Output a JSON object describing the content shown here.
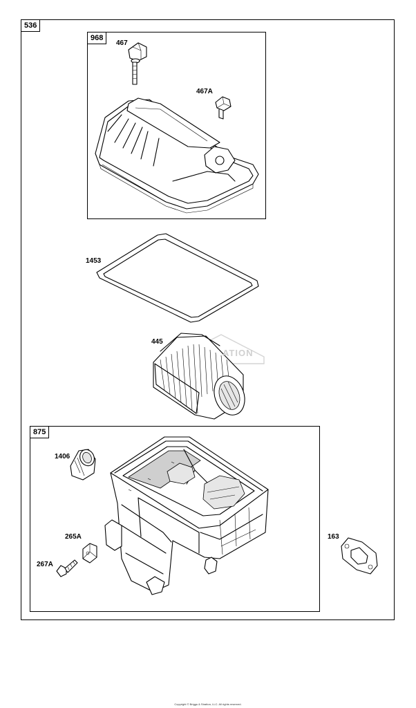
{
  "assembly": {
    "tag": "536"
  },
  "subassemblies": [
    {
      "tag": "968"
    },
    {
      "tag": "875"
    }
  ],
  "callouts": {
    "p467": "467",
    "p467a": "467A",
    "p1453": "1453",
    "p445": "445",
    "p1406": "1406",
    "p265a": "265A",
    "p267a": "267A",
    "p163": "163"
  },
  "watermark": "ATION",
  "copyright": "Copyright © Briggs & Stratton, LLC. All rights reserved."
}
